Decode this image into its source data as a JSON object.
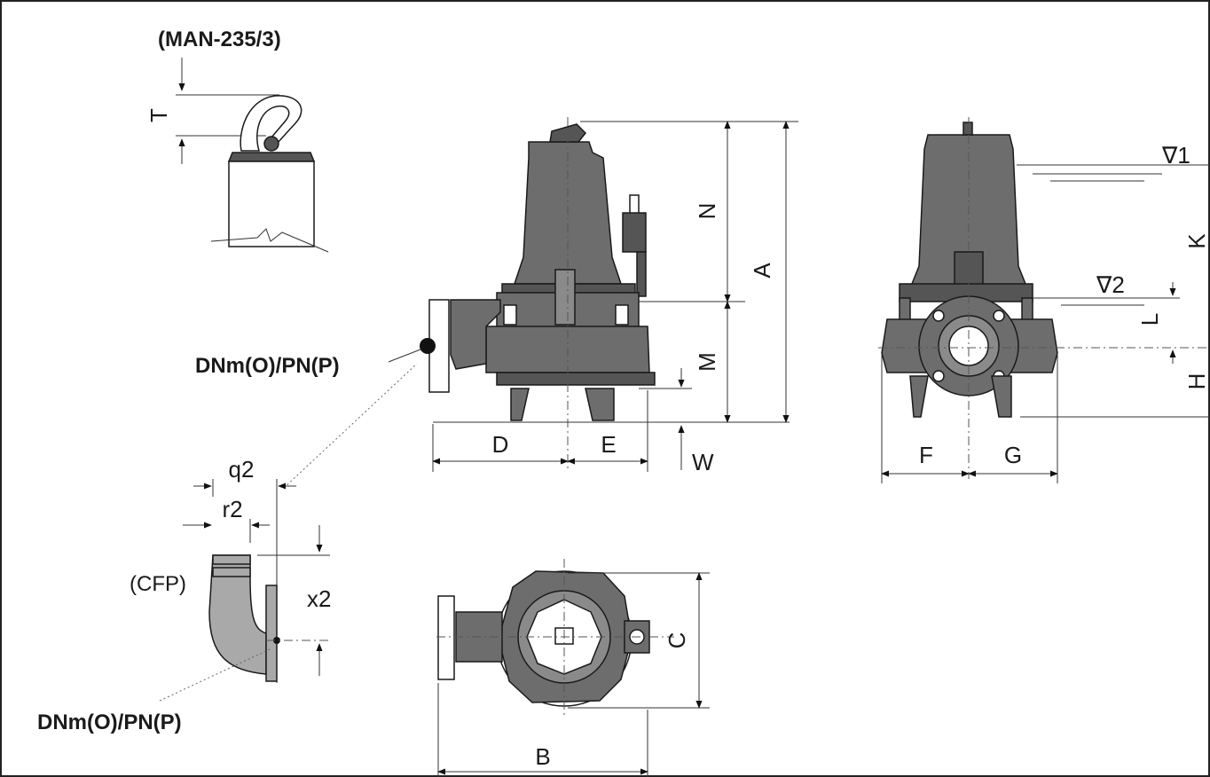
{
  "labels": {
    "man_code": "(MAN-235/3)",
    "discharge_side": "DNm(O)/PN(P)",
    "discharge_bottom": "DNm(O)/PN(P)",
    "cfp": "(CFP)",
    "dim_t": "T",
    "dim_n": "N",
    "dim_a": "A",
    "dim_m": "M",
    "dim_d": "D",
    "dim_e": "E",
    "dim_w": "W",
    "dim_f": "F",
    "dim_g": "G",
    "dim_k": "K",
    "dim_l": "L",
    "dim_h": "H",
    "dim_q2": "q2",
    "dim_r2": "r2",
    "dim_x2": "x2",
    "dim_c": "C",
    "dim_b": "B",
    "level_1": "∇1",
    "level_2": "∇2"
  },
  "colors": {
    "casing": "#6d6d6d",
    "outline": "#1a1a1a",
    "elbow": "#a9a9a9"
  }
}
